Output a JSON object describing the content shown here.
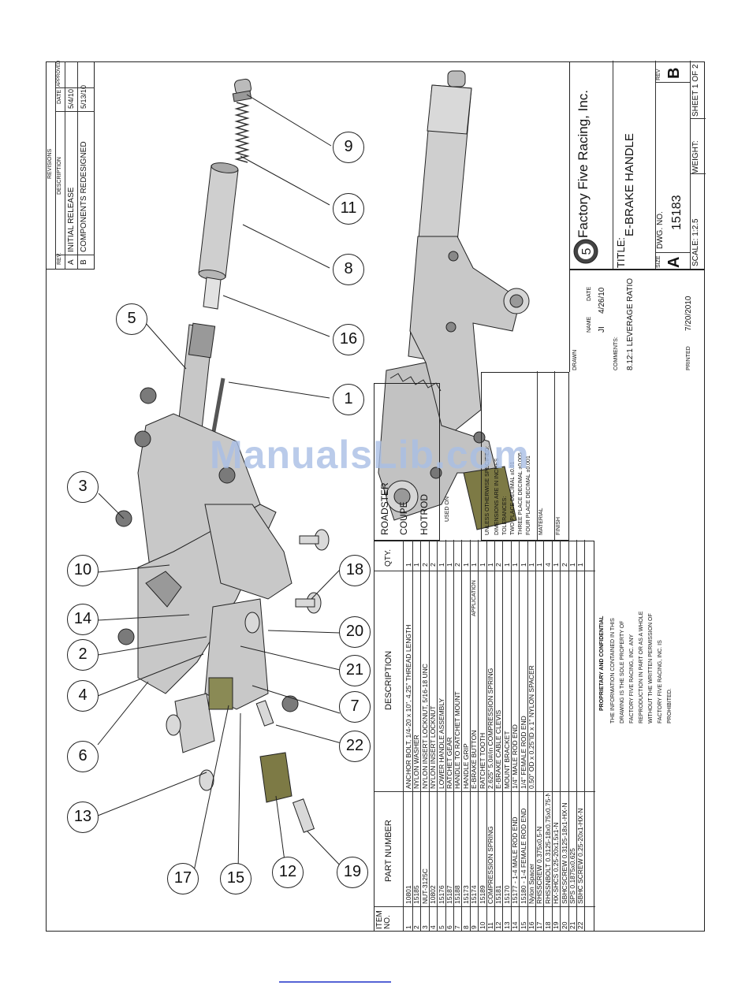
{
  "revisions": {
    "header": "REVISIONS",
    "columns": [
      "REV.",
      "DESCRIPTION",
      "DATE",
      "APPROVED"
    ],
    "rows": [
      {
        "rev": "A",
        "description": "INITIAL RELEASE",
        "date": "5/4/10",
        "approved": ""
      },
      {
        "rev": "B",
        "description": "COMPONENTS REDESIGNED",
        "date": "5/13/10",
        "approved": ""
      }
    ]
  },
  "callouts": [
    "9",
    "11",
    "8",
    "16",
    "5",
    "1",
    "3",
    "10",
    "14",
    "2",
    "4",
    "6",
    "13",
    "17",
    "15",
    "12",
    "19",
    "22",
    "7",
    "21",
    "20",
    "18"
  ],
  "watermark": "ManualsLib.com",
  "bom": {
    "headers": {
      "item": "ITEM NO.",
      "part": "PART NUMBER",
      "desc": "DESCRIPTION",
      "qty": "QTY."
    },
    "rows": [
      {
        "item": "1",
        "part": "10801",
        "desc": "ANCHOR BOLT, 1/4-20 x 10\", 4.25\" THREAD LENGTH",
        "qty": "1"
      },
      {
        "item": "2",
        "part": "15185",
        "desc": "NYLON WASHER",
        "qty": "1"
      },
      {
        "item": "3",
        "part": "NUT-3125C",
        "desc": "NYLON INSERT LOCKNUT, 5/16-18 UNC",
        "qty": "2"
      },
      {
        "item": "4",
        "part": "10802",
        "desc": "NYLON INSERT LOCKNUT",
        "qty": "2"
      },
      {
        "item": "5",
        "part": "15176",
        "desc": "LOWER HANDLE ASSEMBLY",
        "qty": "1"
      },
      {
        "item": "6",
        "part": "15187",
        "desc": "RATCHET GEAR",
        "qty": "1"
      },
      {
        "item": "7",
        "part": "15188",
        "desc": "HANDLE TO RATCHET MOUNT",
        "qty": "2"
      },
      {
        "item": "8",
        "part": "15173",
        "desc": "HANDLE GRIP",
        "qty": "1"
      },
      {
        "item": "9",
        "part": "15174",
        "desc": "E-BRAKE BUTTON",
        "qty": "1"
      },
      {
        "item": "10",
        "part": "15189",
        "desc": "RATCHET TOOTH",
        "qty": "1"
      },
      {
        "item": "11",
        "part": "COMPRESSION SPRING",
        "desc": "2.625\" 5.0#/in COMPRESSION SPRING",
        "qty": "1"
      },
      {
        "item": "12",
        "part": "15181",
        "desc": "E-BRAKE CABLE CLEVIS",
        "qty": "2"
      },
      {
        "item": "13",
        "part": "15170",
        "desc": "MOUNT BRACKET",
        "qty": "1"
      },
      {
        "item": "14",
        "part": "15177 - 1-4 MALE ROD END",
        "desc": "1/4\" MALE ROD END",
        "qty": "1"
      },
      {
        "item": "15",
        "part": "15180 - 1-4 FEMALE ROD END",
        "desc": "1/4\" FEMALE ROD END",
        "qty": "1"
      },
      {
        "item": "16",
        "part": "Nylon Spacer",
        "desc": "0.50\" OD x 0.25\"ID x 1\" NYLON SPACER",
        "qty": "1"
      },
      {
        "item": "17",
        "part": "RHSSCREW 0.375x0.5-N",
        "desc": "",
        "qty": "1"
      },
      {
        "item": "18",
        "part": "RHSSNBOLT 0.3125-18x0.75x0.75-N",
        "desc": "",
        "qty": "4"
      },
      {
        "item": "19",
        "part": "HX-SHCS 0.25-20x1.5x1-N",
        "desc": "",
        "qty": "1"
      },
      {
        "item": "20",
        "part": "SBHCSCREW 0.3125-18x1-HX-N",
        "desc": "",
        "qty": "2"
      },
      {
        "item": "21",
        "part": "SPS 0.1875x0.625",
        "desc": "",
        "qty": "1"
      },
      {
        "item": "22",
        "part": "SBHC SCREW 0.25-20x1-HX-N",
        "desc": "",
        "qty": "1"
      }
    ]
  },
  "models": [
    "ROADSTER",
    "COUPE",
    "HOTROD"
  ],
  "used_on": "USED ON",
  "application": "APPLICATION",
  "proprietary": {
    "title": "PROPRIETARY AND CONFIDENTIAL",
    "lines": [
      "THE INFORMATION CONTAINED IN THIS",
      "DRAWING IS THE SOLE PROPERTY OF",
      "FACTORY FIVE RACING, INC. ANY",
      "REPRODUCTION IN PART OR AS A WHOLE",
      "WITHOUT THE WRITTEN PERMISSION OF",
      "FACTORY FIVE RACING, INC. IS",
      "PROHIBITED."
    ]
  },
  "notes": {
    "unless": "UNLESS OTHERWISE SPECIFIED:",
    "dims": "DIMENSIONS ARE IN INCHES",
    "tol": "TOLERANCES:",
    "two": "TWO PLACE DECIMAL  ±0.01",
    "three": "THREE PLACE DECIMAL  ±0.005",
    "four": "FOUR PLACE DECIMAL  ±0.001",
    "material": "MATERIAL",
    "finish": "FINISH"
  },
  "title_block": {
    "name_label": "NAME",
    "date_label": "DATE",
    "drawn_label": "DRAWN",
    "drawn_name": "JI",
    "drawn_date": "4/26/10",
    "comments_label": "COMMENTS:",
    "comment": "8.12:1 LEVERAGE RATIO",
    "printed_label": "PRINTED",
    "printed_date": "7/20/2010",
    "company": "Factory Five Racing, Inc.",
    "title_label": "TITLE:",
    "title": "E-BRAKE HANDLE",
    "size_label": "SIZE",
    "size": "A",
    "dwg_label": "DWG.  NO.",
    "dwg_no": "15183",
    "rev_label": "REV",
    "rev": "B",
    "scale": "SCALE: 1:2.5",
    "weight": "WEIGHT:",
    "sheet": "SHEET 1 OF 2"
  },
  "colors": {
    "line": "#222222",
    "part_fill": "#c9c9c9",
    "part_dark": "#8a8a8a",
    "clevis": "#7d7a45",
    "watermark": "#a9bfe6",
    "link": "#5563d6"
  }
}
